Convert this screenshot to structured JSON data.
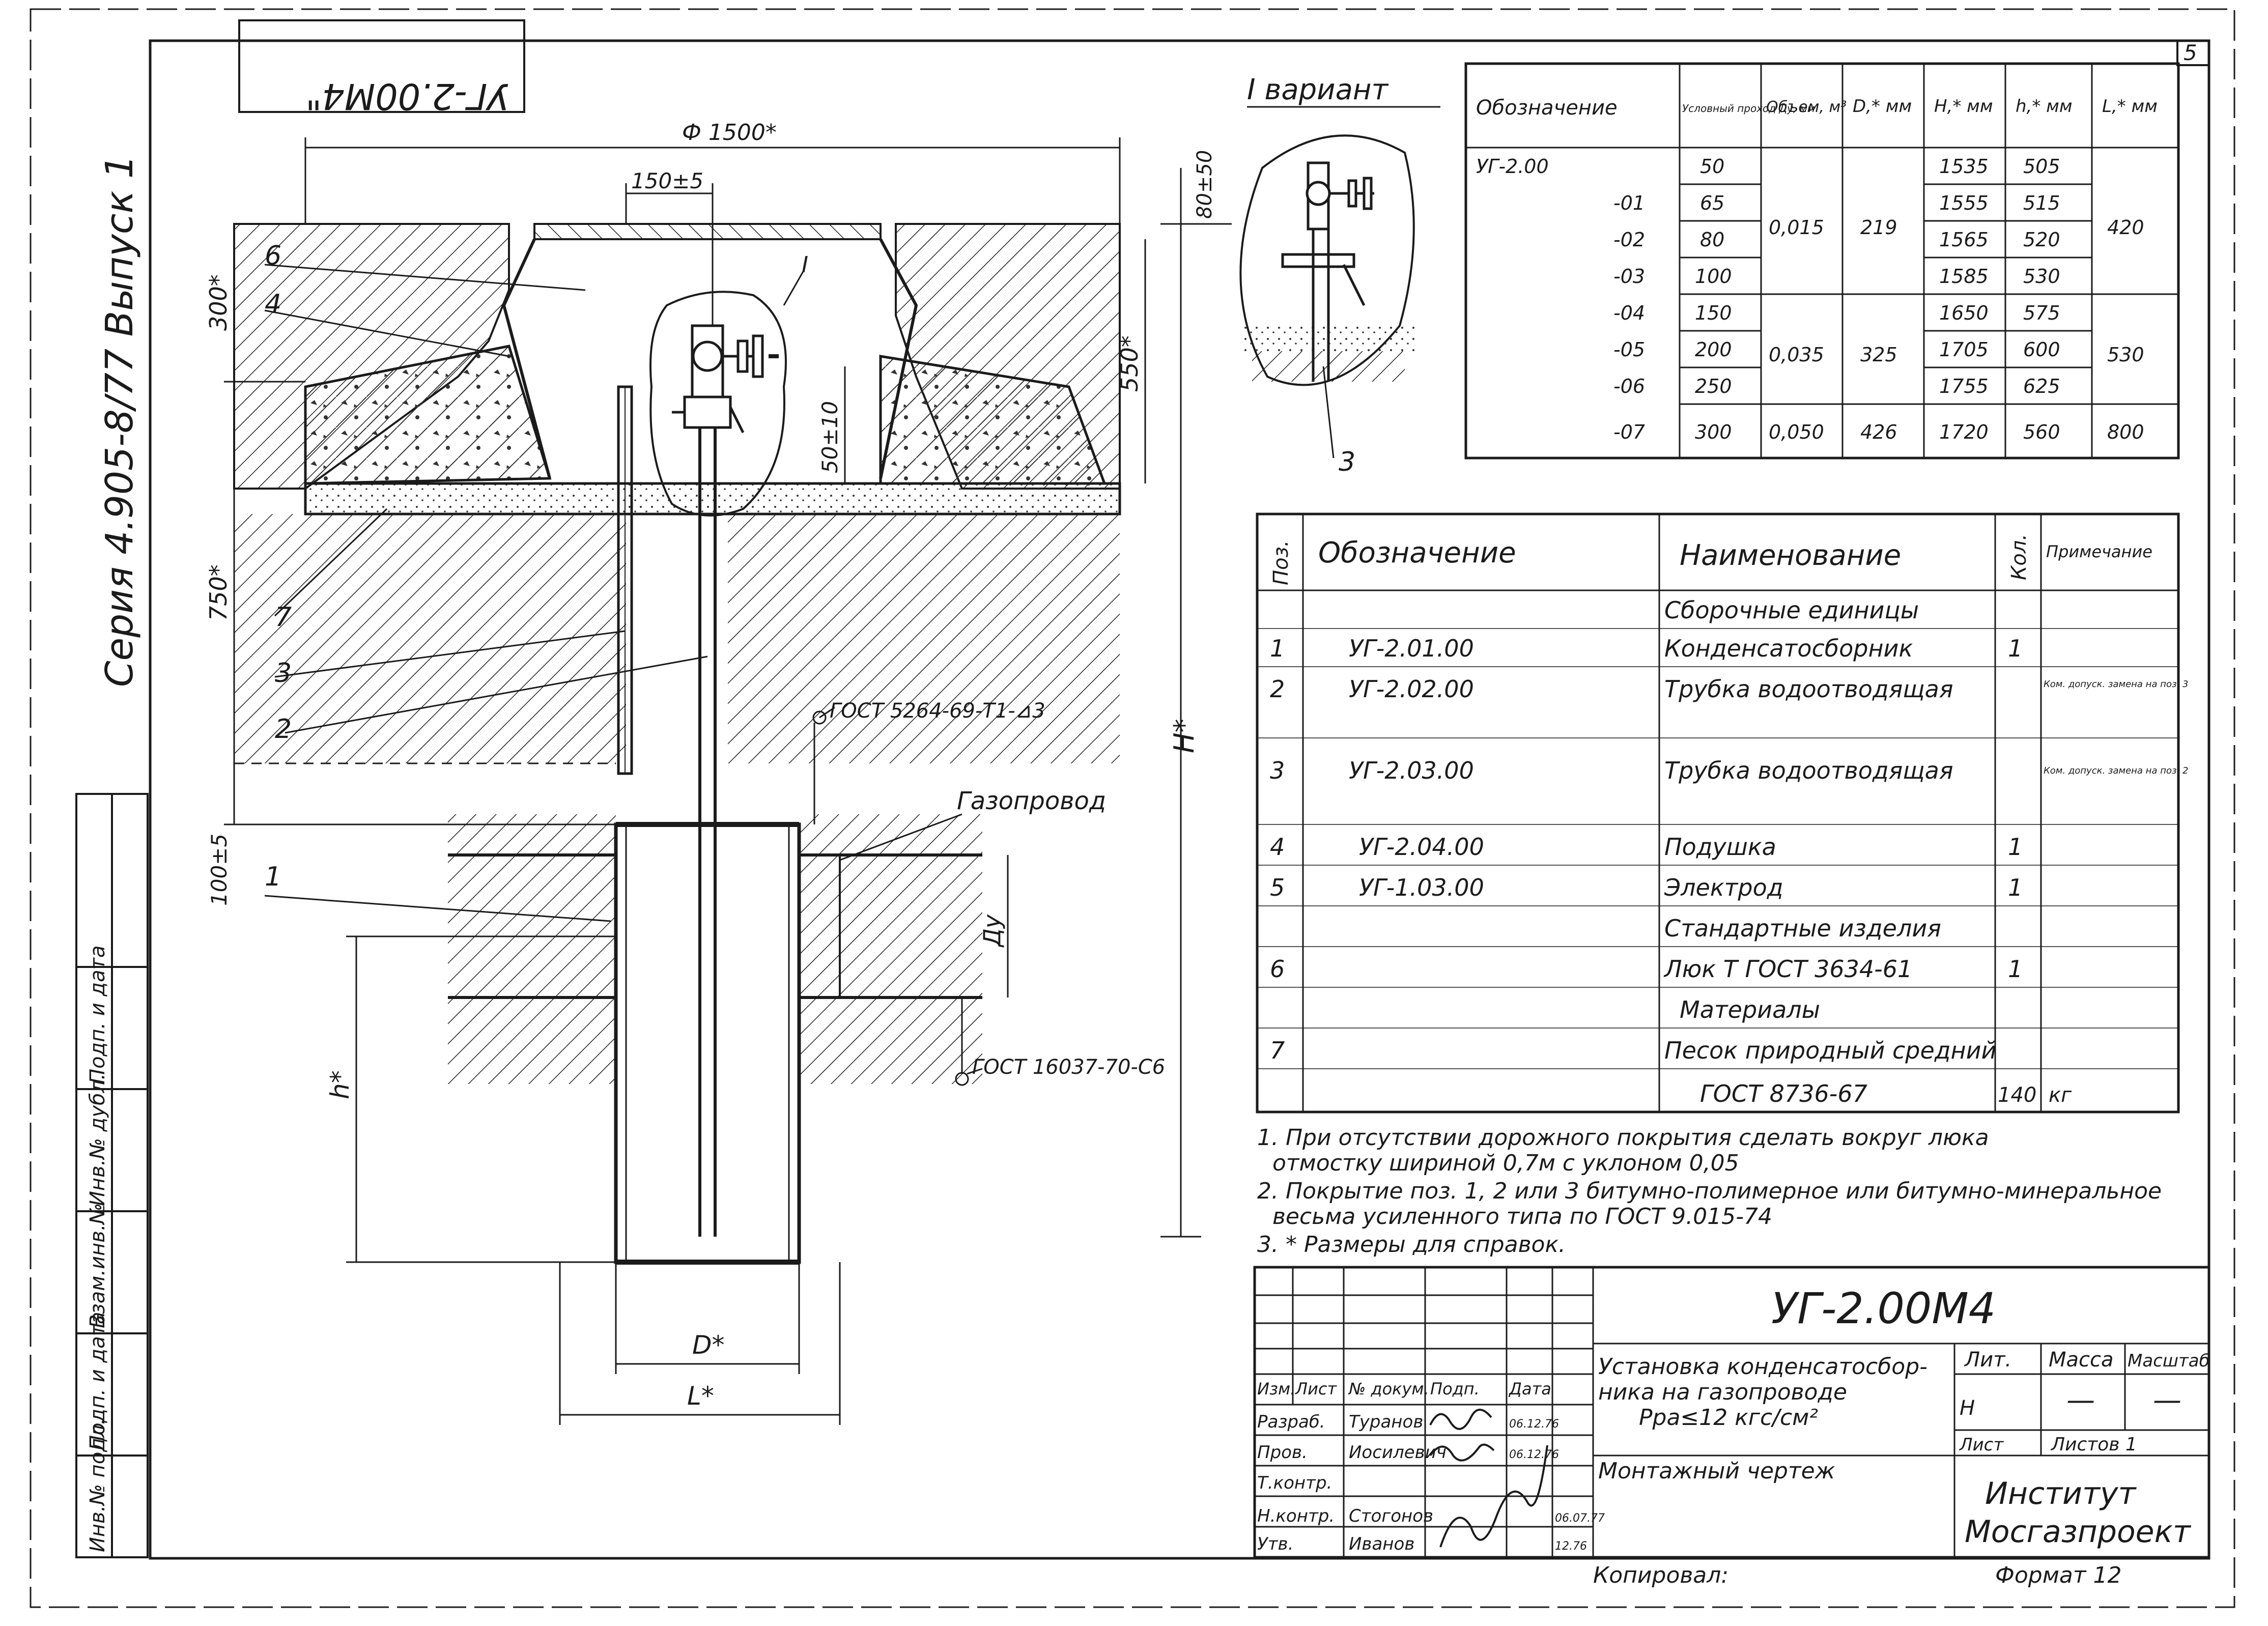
{
  "sheet": {
    "sheet_number": "5",
    "top_stamp": "УГ-2.00М4\"",
    "series": "Серия 4.905-8/77   Выпуск 1",
    "copied_by": "Копировал:",
    "format": "Формат 12"
  },
  "left_strip": [
    "Инв.№ подл.",
    "Подп. и дата",
    "Взам.инв.№",
    "Инв.№ дубл.",
    "Подп. и дата"
  ],
  "section": {
    "dim_diameter": "Ф 1500*",
    "dim_150": "150±5",
    "dim_80": "80±50",
    "dim_300": "300*",
    "dim_550": "550*",
    "dim_50": "50±10",
    "dim_750": "750*",
    "dim_H": "Н*",
    "dim_100": "100±5",
    "dim_Dy": "Ду",
    "dim_h": "h*",
    "dim_D": "D*",
    "dim_L": "L*",
    "weld_top": "ГОСТ 5264-69-Т1-⊿3",
    "weld_bottom": "ГОСТ 16037-70-С6",
    "pipeline_label": "Газопровод",
    "detail_mark": "I",
    "callouts": [
      "6",
      "4",
      "7",
      "3",
      "2",
      "1"
    ]
  },
  "variant": {
    "title": "I вариант",
    "callout": "3"
  },
  "dims_table": {
    "headers": [
      "Обозначение",
      "Условный проход Ду, мм",
      "Объем, м³",
      "D,* мм",
      "H,* мм",
      "h,* мм",
      "L,* мм"
    ],
    "rows": [
      [
        "УГ-2.00",
        "50",
        "",
        "",
        "1535",
        "505",
        ""
      ],
      [
        "-01",
        "65",
        "",
        "",
        "1555",
        "515",
        ""
      ],
      [
        "-02",
        "80",
        "0,015",
        "219",
        "1565",
        "520",
        "420"
      ],
      [
        "-03",
        "100",
        "",
        "",
        "1585",
        "530",
        ""
      ],
      [
        "-04",
        "150",
        "",
        "",
        "1650",
        "575",
        ""
      ],
      [
        "-05",
        "200",
        "0,035",
        "325",
        "1705",
        "600",
        "530"
      ],
      [
        "-06",
        "250",
        "",
        "",
        "1755",
        "625",
        ""
      ],
      [
        "-07",
        "300",
        "0,050",
        "426",
        "1720",
        "560",
        "800"
      ]
    ]
  },
  "spec_table": {
    "headers": [
      "Поз.",
      "Обозначение",
      "Наименование",
      "Кол.",
      "Примечание"
    ],
    "rows": [
      [
        "",
        "",
        "Сборочные единицы",
        "",
        ""
      ],
      [
        "1",
        "УГ-2.01.00",
        "Конденсатосборник",
        "1",
        ""
      ],
      [
        "2",
        "УГ-2.02.00",
        "Трубка водоотводящая",
        "",
        "Ком. допуск. замена на поз. 3"
      ],
      [
        "3",
        "УГ-2.03.00",
        "Трубка водоотводящая",
        "",
        "Ком. допуск. замена на поз. 2"
      ],
      [
        "4",
        "УГ-2.04.00",
        "Подушка",
        "1",
        ""
      ],
      [
        "5",
        "УГ-1.03.00",
        "Электрод",
        "1",
        ""
      ],
      [
        "",
        "",
        "Стандартные изделия",
        "",
        ""
      ],
      [
        "6",
        "",
        "Люк Т ГОСТ 3634-61",
        "1",
        ""
      ],
      [
        "",
        "",
        "Материалы",
        "",
        ""
      ],
      [
        "7",
        "",
        "Песок природный средний",
        "",
        ""
      ],
      [
        "",
        "",
        "ГОСТ 8736-67",
        "140",
        "кг"
      ]
    ]
  },
  "notes": [
    "1. При отсутствии дорожного покрытия сделать вокруг люка",
    "отмостку шириной 0,7м с уклоном 0,05",
    "2. Покрытие поз. 1, 2 или 3 битумно-полимерное или битумно-минеральное",
    "весьма усиленного типа по ГОСТ 9.015-74",
    "3. * Размеры для справок."
  ],
  "title_block": {
    "code": "УГ-2.00М4",
    "title_lines": [
      "Установка конденсатосбор-",
      "ника на газопроводе",
      "Рра≤12 кгс/см²",
      "Монтажный чертеж"
    ],
    "col_headers": [
      "Изм.",
      "Лист",
      "№ докум.",
      "Подп.",
      "Дата"
    ],
    "roles": [
      {
        "role": "Разраб.",
        "name": "Туранов",
        "date": "06.12.76"
      },
      {
        "role": "Пров.",
        "name": "Иосилевич",
        "date": "06.12.76"
      },
      {
        "role": "Т.контр.",
        "name": "",
        "date": ""
      },
      {
        "role": "",
        "name": "",
        "date": ""
      },
      {
        "role": "Н.контр.",
        "name": "Стогонов",
        "date": "06.07.77"
      },
      {
        "role": "Утв.",
        "name": "Иванов",
        "date": "12.76"
      }
    ],
    "lit_header": "Лит.",
    "mass_header": "Масса",
    "scale_header": "Масштаб",
    "lit_value": "Н",
    "mass_value": "—",
    "scale_value": "—",
    "sheet_label": "Лист",
    "sheets_label": "Листов 1",
    "org_line1": "Институт",
    "org_line2": "Мосгазпроект"
  }
}
